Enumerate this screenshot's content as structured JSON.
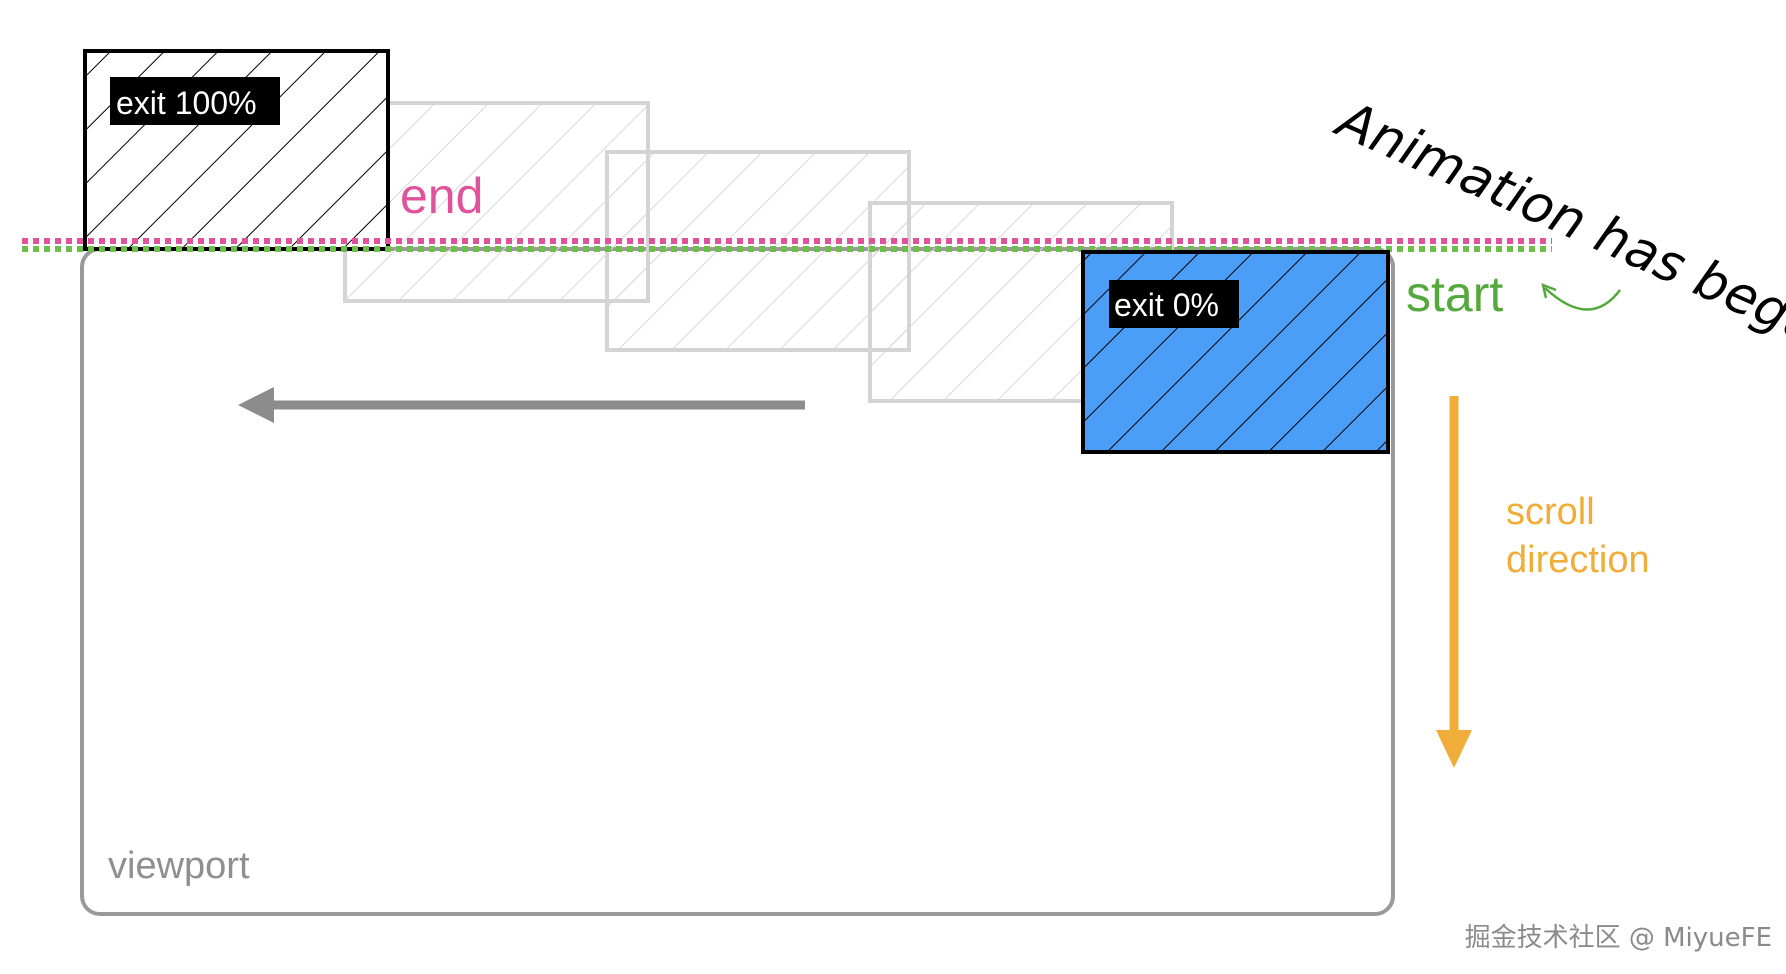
{
  "labels": {
    "exit_100": "exit 100%",
    "exit_0": "exit 0%",
    "end": "end",
    "start": "start",
    "animation_note": "Animation has begun!",
    "scroll_line1": "scroll",
    "scroll_line2": "direction",
    "viewport": "viewport",
    "watermark": "掘金技术社区 @ MiyueFE"
  },
  "colors": {
    "end_line": "#e0529a",
    "start_line": "#6cc04a",
    "scroll_arrow": "#f0ad3a",
    "active_box_fill": "#4a9ef8",
    "ghost_box": "#d4d4d4",
    "viewport_border": "#9a9a9a",
    "motion_arrow": "#8c8c8c"
  },
  "icons": {
    "motion": "arrow-left-icon",
    "scroll": "arrow-down-icon",
    "note_pointer": "curved-arrow-icon"
  }
}
